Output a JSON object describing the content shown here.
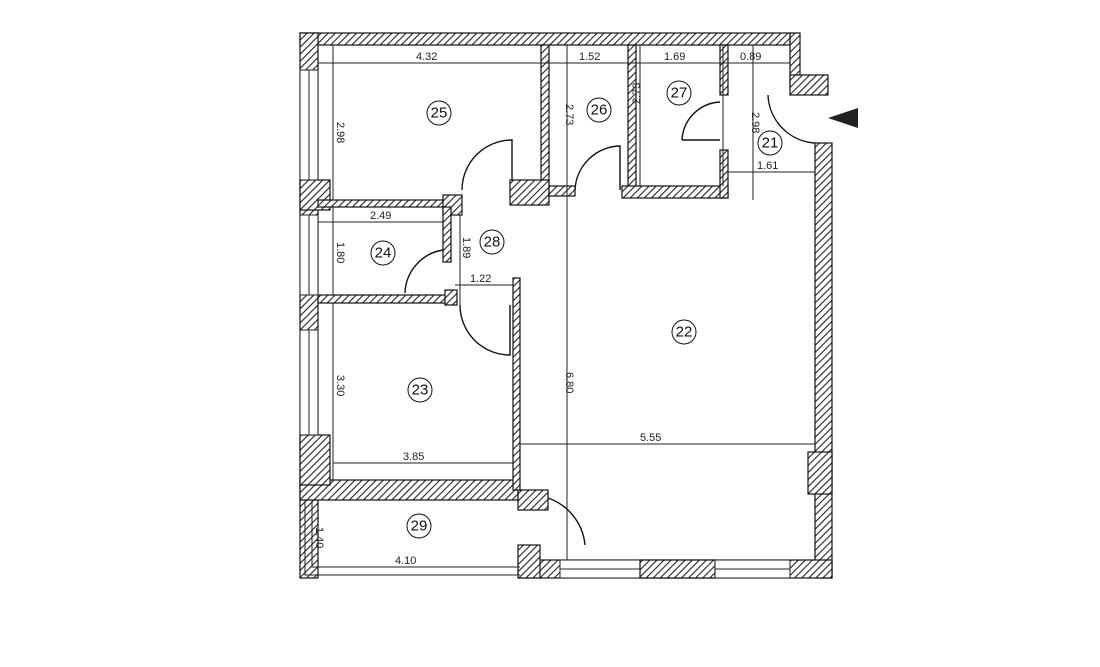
{
  "plan": {
    "rooms": [
      "21",
      "22",
      "23",
      "24",
      "25",
      "26",
      "27",
      "28",
      "29"
    ],
    "dimensions": {
      "r25_width": "4.32",
      "r25_height": "2.98",
      "r26_width": "1.52",
      "r26_height": "2.73",
      "r27_width": "1.69",
      "r27_height": "2.73",
      "r21_width_top": "0.89",
      "r21_height": "2.98",
      "r21_width": "1.61",
      "r24_width": "2.49",
      "r24_height": "1.80",
      "r28_height": "1.89",
      "r28_width": "1.22",
      "r23_height": "3.30",
      "r23_width": "3.85",
      "r22_height": "6.80",
      "r22_width": "5.55",
      "r29_height": "1.40",
      "r29_width": "4.10"
    }
  }
}
